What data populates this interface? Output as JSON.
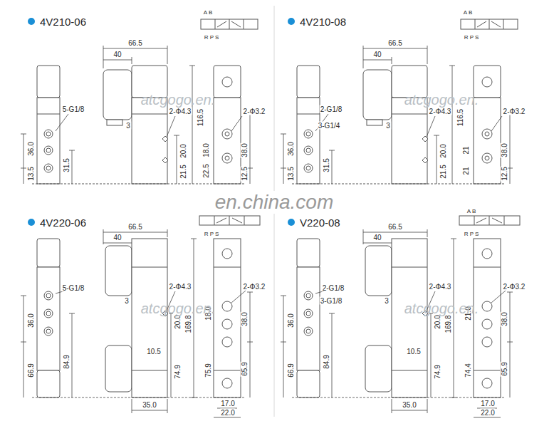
{
  "diagram": {
    "labels": [
      "4V210-06",
      "A B",
      "R P S",
      "66.5",
      "40",
      "5-G1/8",
      "3",
      "2-Φ4.3",
      "2-Φ3.2",
      "116.5",
      "36.0",
      "13.5",
      "31.5",
      "20.0",
      "21.5",
      "18.0",
      "22.5",
      "38.0",
      "12.5",
      "4V210-08",
      "A B",
      "R P S",
      "66.5",
      "40",
      "2-G1/8",
      "3-G1/4",
      "3",
      "2-Φ4.3",
      "2-Φ3.2",
      "116.5",
      "36.0",
      "13.5",
      "31.5",
      "20.0",
      "21.5",
      "21",
      "21",
      "38.0",
      "12.5",
      "en.china.com",
      "4V220-06",
      "R P S",
      "66.5",
      "40",
      "5-G1/8",
      "3",
      "2-Φ4.3",
      "2-Φ3.2",
      "36.0",
      "66.9",
      "84.9",
      "20.0",
      "169.8",
      "10.5",
      "74.9",
      "18.0",
      "38.0",
      "75.9",
      "65.9",
      "35.0",
      "17.0",
      "22.0",
      "V220-08",
      "A B",
      "R P S",
      "66.5",
      "40",
      "2-G1/8",
      "3-G1/8",
      "3",
      "2-Φ4.3",
      "2-Φ3.2",
      "36.0",
      "66.9",
      "84.9",
      "20.0",
      "169.8",
      "10.5",
      "74.9",
      "21.0",
      "38.0",
      "74.4",
      "65.9",
      "35.0",
      "17.0",
      "22.0",
      "atcgogo.en.",
      "atcgogo.en.",
      "atcgogo.en.",
      "atcgogo.en."
    ]
  }
}
